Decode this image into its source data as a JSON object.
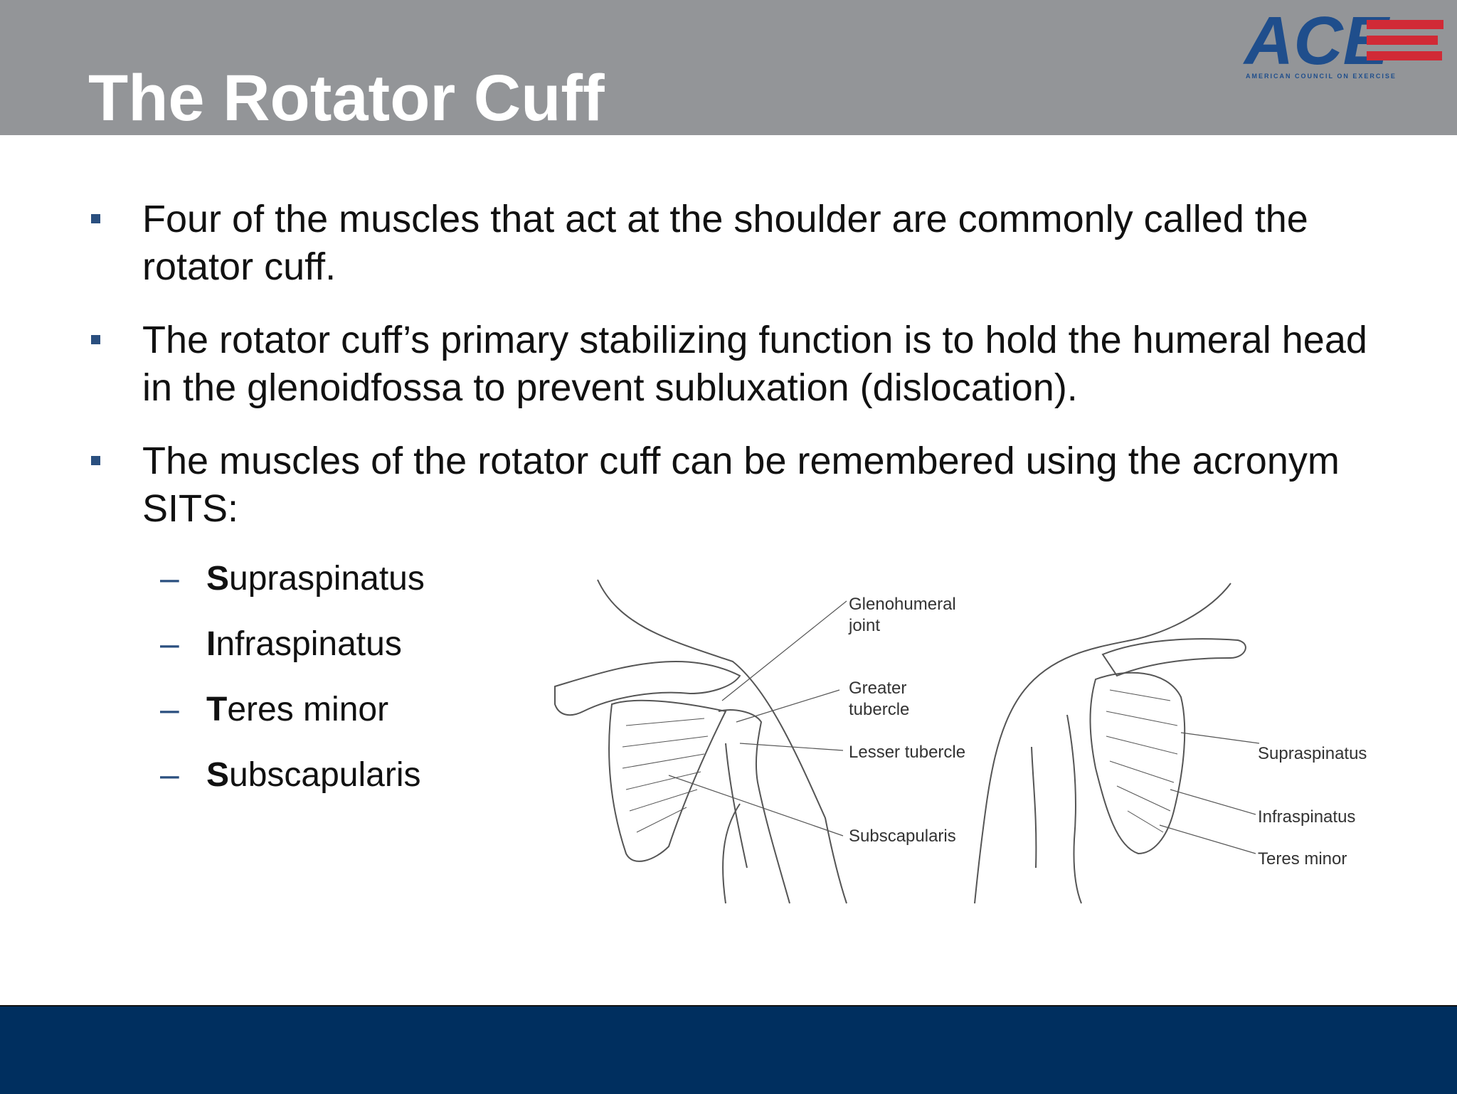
{
  "slide": {
    "title": "The Rotator Cuff",
    "logo": {
      "text": "ACE",
      "tagline": "AMERICAN COUNCIL ON EXERCISE",
      "colors": {
        "blue": "#1f4e8c",
        "red": "#d12a36"
      }
    },
    "bullets": [
      "Four of the muscles that act at the shoulder are commonly called the rotator cuff.",
      "The rotator cuff’s primary stabilizing function is to hold the humeral head in the glenoidfossa to prevent subluxation (dislocation).",
      "The muscles of the rotator cuff can be remembered using the acronym SITS:"
    ],
    "sub_items": [
      {
        "dash": "–",
        "initial": "S",
        "rest": "upraspinatus"
      },
      {
        "dash": "–",
        "initial": "I",
        "rest": "nfraspinatus"
      },
      {
        "dash": "–",
        "initial": "T",
        "rest": "eres minor"
      },
      {
        "dash": "–",
        "initial": "S",
        "rest": "ubscapularis"
      }
    ],
    "diagram_labels": {
      "left": [
        "Glenohumeral",
        "joint",
        "Greater",
        "tubercle",
        "Lesser tubercle",
        "Subscapularis"
      ],
      "right": [
        "Supraspinatus",
        "Infraspinatus",
        "Teres minor"
      ]
    },
    "colors": {
      "header": "#939598",
      "footer": "#002f5f",
      "bullet_marker": "#2a4f7f"
    }
  }
}
